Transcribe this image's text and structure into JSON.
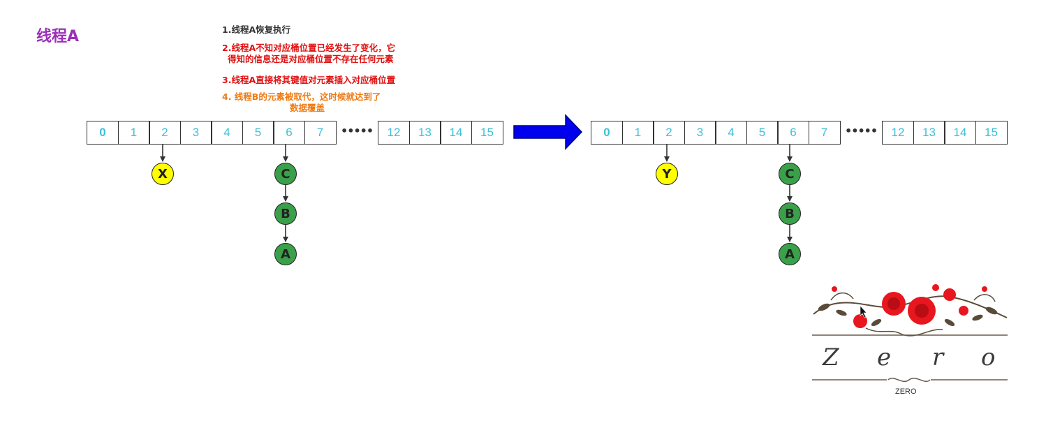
{
  "title": "线程A",
  "notes": {
    "n1": "1.线程A恢复执行",
    "n2_line1": "2.线程A不知对应桶位置已经发生了变化，它",
    "n2_line2": "得知的信息还是对应桶位置不存在任何元素",
    "n3": "3.线程A直接将其键值对元素插入对应桶位置",
    "n4_line1": "4. 线程B的元素被取代，这时候就达到了",
    "n4_line2": "数据覆盖"
  },
  "left": {
    "cells_a": [
      "0",
      "1",
      "2",
      "3",
      "4",
      "5",
      "6",
      "7"
    ],
    "dots": "•••••",
    "cells_b": [
      "12",
      "13",
      "14",
      "15"
    ],
    "bucket2": "X",
    "chain": [
      "C",
      "B",
      "A"
    ]
  },
  "right": {
    "cells_a": [
      "0",
      "1",
      "2",
      "3",
      "4",
      "5",
      "6",
      "7"
    ],
    "dots": "•••••",
    "cells_b": [
      "12",
      "13",
      "14",
      "15"
    ],
    "bucket2": "Y",
    "chain": [
      "C",
      "B",
      "A"
    ]
  },
  "logo": {
    "letters": [
      "Z",
      "e",
      "r",
      "o"
    ],
    "caption": "ZERO"
  },
  "colors": {
    "title": "#9b30b8",
    "red_note": "#e01010",
    "orange_note": "#ee7a12",
    "cell_text": "#3cc0d8",
    "yellow_node": "#ffff00",
    "green_node": "#3aa04a",
    "big_arrow": "#0000ee",
    "rose": "#e8161e"
  }
}
